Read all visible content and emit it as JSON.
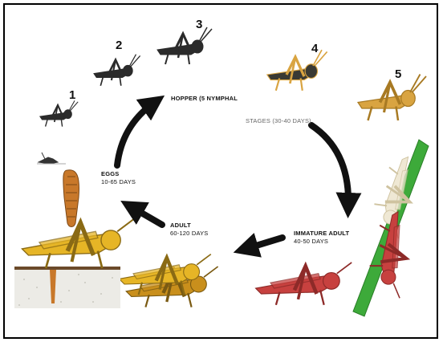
{
  "stage_numbers": [
    "1",
    "2",
    "3",
    "4",
    "5"
  ],
  "labels": {
    "hopper": "HOPPER (5 NYMPHAL",
    "stages": "STAGES (30-40 DAYS)",
    "eggs_title": "EGGS",
    "eggs_days": "10-65 DAYS",
    "adult_title": "ADULT",
    "adult_days": "60-120 DAYS",
    "immature_title": "IMMATURE ADULT",
    "immature_days": "40-50 DAYS"
  },
  "colors": {
    "hopper_black": "#2b2b2b",
    "hopper_tan": "#d9a441",
    "adult_yellow": "#e6b526",
    "immature_red": "#c7413f",
    "stem_green": "#3daa3a",
    "arrow": "#111111"
  }
}
